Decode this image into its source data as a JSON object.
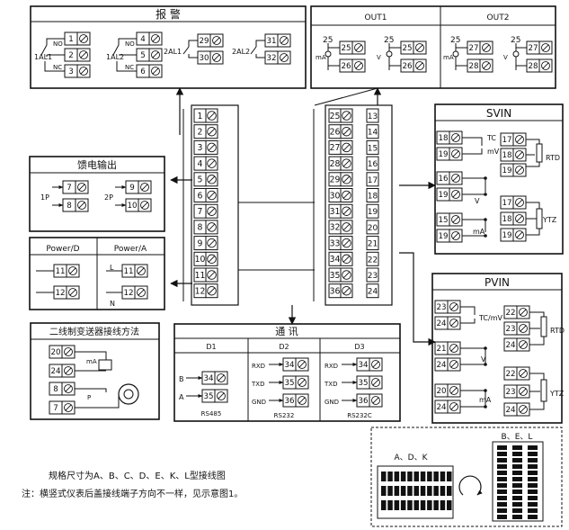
{
  "alarm": {
    "title": "报  警",
    "al1": "1AL1",
    "al2": "1AL2",
    "al3": "2AL1",
    "al4": "2AL2",
    "no": "NO",
    "nc": "NC",
    "terms": [
      "1",
      "2",
      "3",
      "4",
      "5",
      "6",
      "29",
      "30",
      "31",
      "32"
    ]
  },
  "out1": {
    "title": "OUT1",
    "ma": "mA",
    "v": "V",
    "terms": [
      "25",
      "26",
      "25",
      "26"
    ]
  },
  "out2": {
    "title": "OUT2",
    "ma": "mA",
    "v": "V",
    "terms": [
      "27",
      "28",
      "27",
      "28"
    ]
  },
  "main_block": {
    "left": [
      "1",
      "2",
      "3",
      "4",
      "5",
      "6",
      "7",
      "8",
      "9",
      "10",
      "11",
      "12"
    ],
    "mid": [
      "25",
      "26",
      "27",
      "28",
      "29",
      "30",
      "31",
      "32",
      "33",
      "34",
      "35",
      "36"
    ],
    "right": [
      "13",
      "14",
      "15",
      "16",
      "17",
      "18",
      "19",
      "20",
      "21",
      "22",
      "23",
      "24"
    ]
  },
  "svin": {
    "title": "SVIN",
    "tc": "TC",
    "mv": "mV",
    "rtd": "RTD",
    "v": "V",
    "ma": "mA",
    "ytz": "YTZ",
    "terms_a": [
      "18",
      "19",
      "16",
      "19",
      "15",
      "19"
    ],
    "terms_b": [
      "17",
      "18",
      "19",
      "17",
      "18",
      "19"
    ]
  },
  "feed": {
    "title": "馈电输出",
    "p1": "1P",
    "p2": "2P",
    "terms": [
      "7",
      "8",
      "9",
      "10"
    ]
  },
  "power": {
    "title_d": "Power/D",
    "title_a": "Power/A",
    "l": "L",
    "n": "N",
    "terms": [
      "11",
      "12",
      "11",
      "12"
    ]
  },
  "pvin": {
    "title": "PVIN",
    "tc": "TC/mV",
    "rtd": "RTD",
    "v": "V",
    "ma": "mA",
    "ytz": "YTZ",
    "terms_a": [
      "23",
      "24",
      "21",
      "24",
      "20",
      "24"
    ],
    "terms_b": [
      "22",
      "23",
      "24",
      "22",
      "23",
      "24"
    ]
  },
  "two_wire": {
    "title": "二线制变送器接线方法",
    "ma": "mA",
    "p": "P",
    "terms": [
      "20",
      "24",
      "8",
      "7"
    ]
  },
  "comm": {
    "title": "通  讯",
    "d1": "D1",
    "d2": "D2",
    "d3": "D3",
    "b": "B",
    "a": "A",
    "rxd": "RXD",
    "txd": "TXD",
    "gnd": "GND",
    "rs485": "RS485",
    "rs232": "RS232",
    "rs232c": "RS232C",
    "terms_d1": [
      "34",
      "35"
    ],
    "terms_d2": [
      "34",
      "35",
      "36"
    ],
    "terms_d3": [
      "34",
      "35",
      "36"
    ]
  },
  "rotate": {
    "left_label": "A、D、K",
    "right_label": "B、E、L"
  },
  "notes": {
    "line1": "规格尺寸为A、B、C、D、E、K、L型接线图",
    "line2": "注：横竖式仪表后盖接线端子方向不一样，见示意图1。"
  }
}
